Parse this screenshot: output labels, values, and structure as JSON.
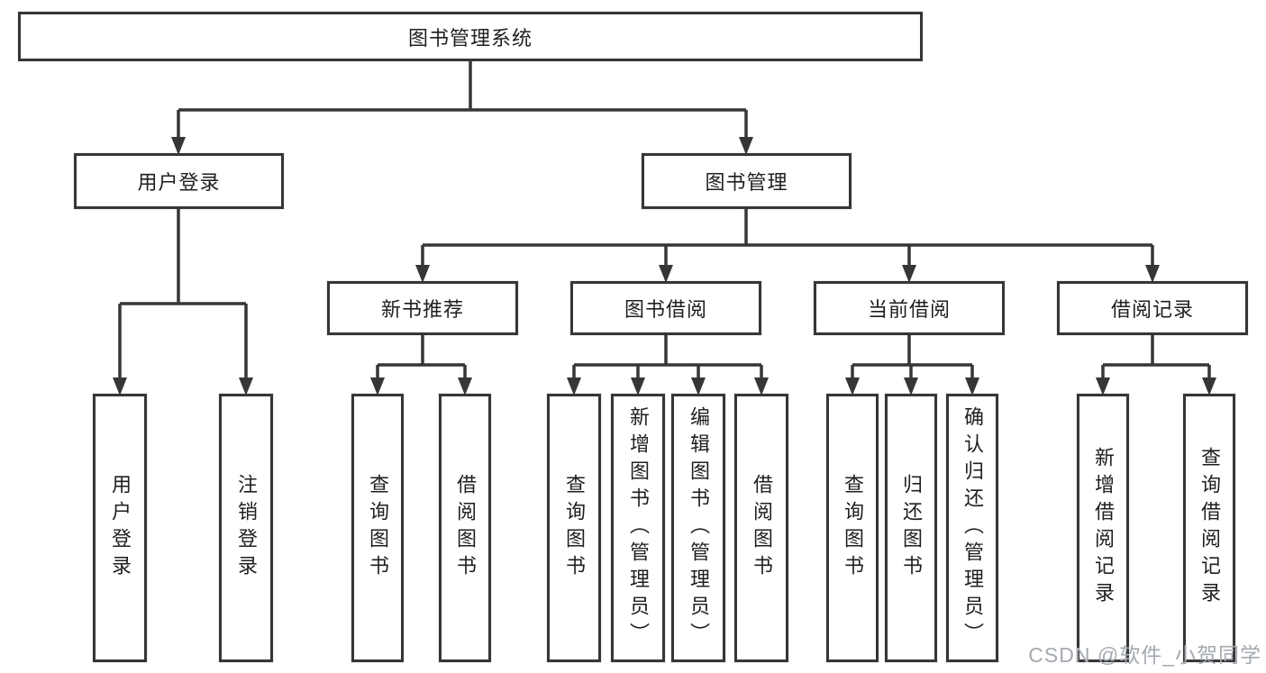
{
  "root_label": "图书管理系统",
  "user_login": {
    "label": "用户登录",
    "children": [
      "用户登录",
      "注销登录"
    ]
  },
  "book_management": {
    "label": "图书管理",
    "sections": [
      {
        "label": "新书推荐",
        "children": [
          "查询图书",
          "借阅图书"
        ]
      },
      {
        "label": "图书借阅",
        "children": [
          "查询图书",
          "新增图书（管理员）",
          "编辑图书（管理员）",
          "借阅图书"
        ]
      },
      {
        "label": "当前借阅",
        "children": [
          "查询图书",
          "归还图书",
          "确认归还（管理员）"
        ]
      },
      {
        "label": "借阅记录",
        "children": [
          "新增借阅记录",
          "查询借阅记录"
        ]
      }
    ]
  },
  "watermark": "CSDN @软件_小贺同学",
  "colors": {
    "line": "#363636",
    "text": "#1f1f1f",
    "watermark": "#a4a9b0"
  }
}
